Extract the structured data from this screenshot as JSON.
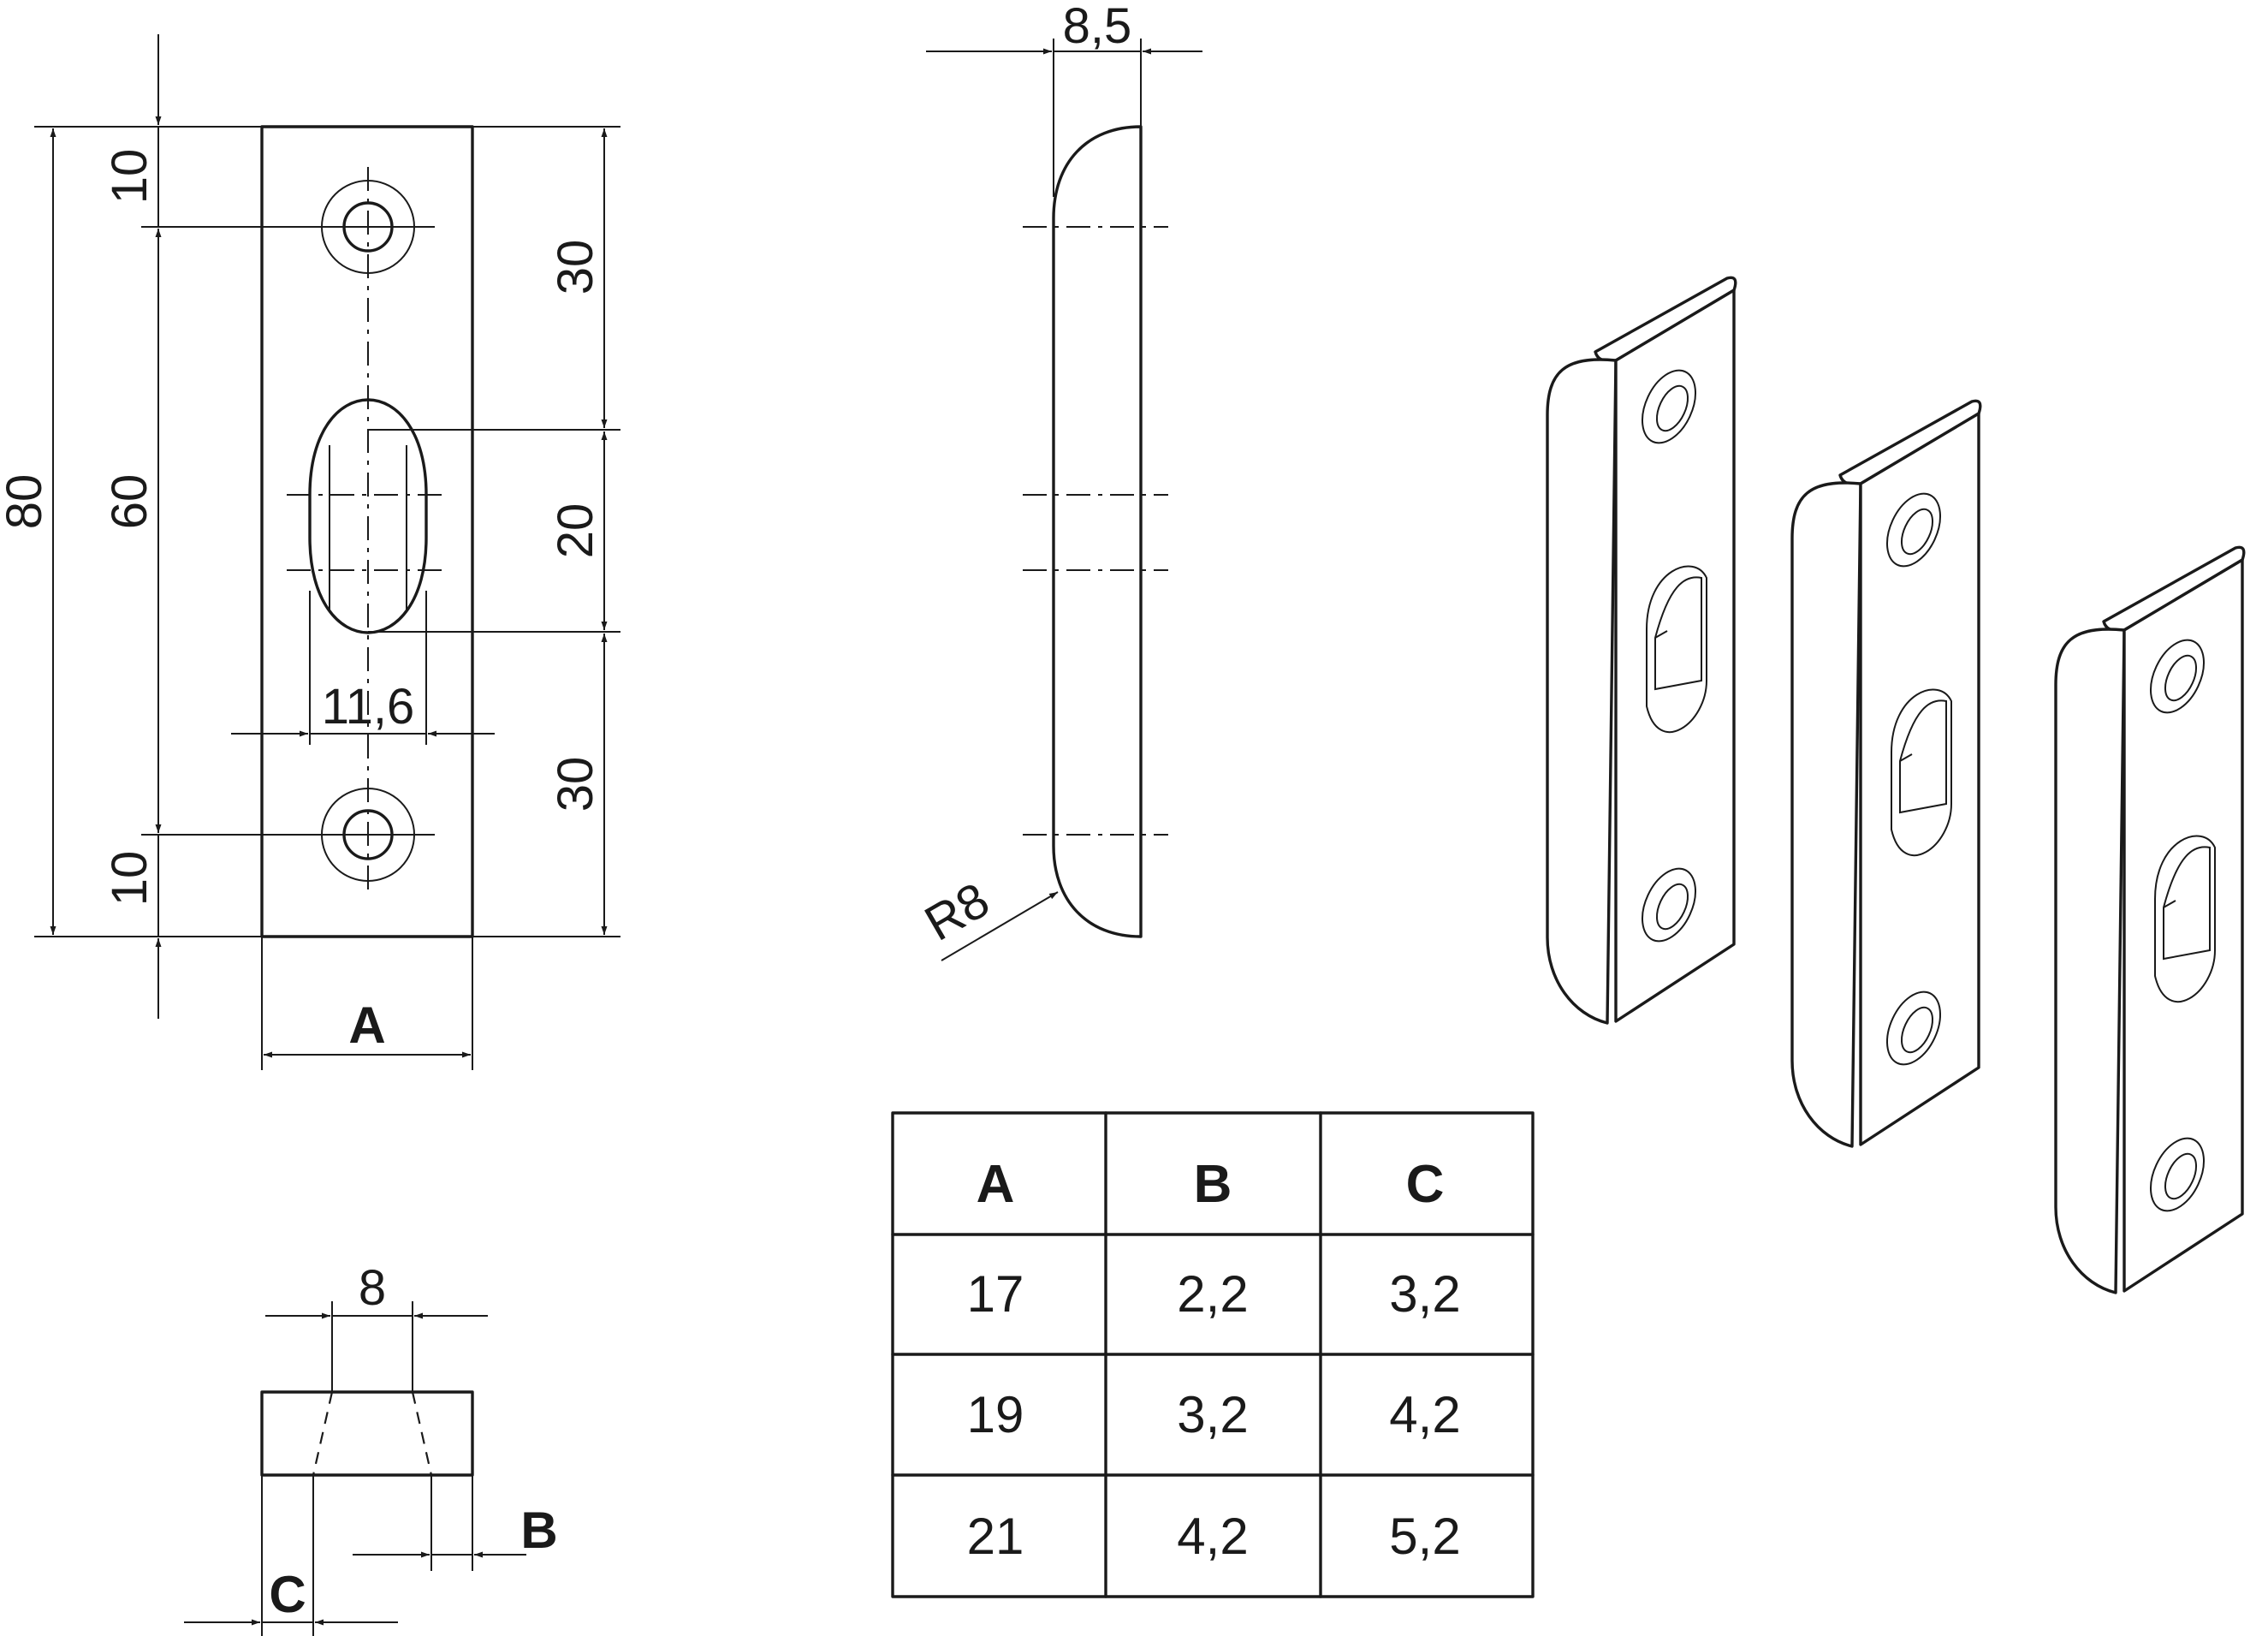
{
  "front_view": {
    "dims": {
      "top_hole_offset": "10",
      "overall_height": "80",
      "hole_spacing": "60",
      "bottom_hole_offset": "10",
      "upper_gap": "30",
      "slot_height": "20",
      "lower_gap": "30",
      "slot_width": "11,6"
    },
    "width_label": "A"
  },
  "side_view": {
    "thickness": "8,5",
    "radius": "R8"
  },
  "section_view": {
    "slot_width": "8",
    "label_b": "B",
    "label_c": "C"
  },
  "table": {
    "headers": [
      "A",
      "B",
      "C"
    ],
    "rows": [
      [
        "17",
        "2,2",
        "3,2"
      ],
      [
        "19",
        "3,2",
        "4,2"
      ],
      [
        "21",
        "4,2",
        "5,2"
      ]
    ]
  }
}
